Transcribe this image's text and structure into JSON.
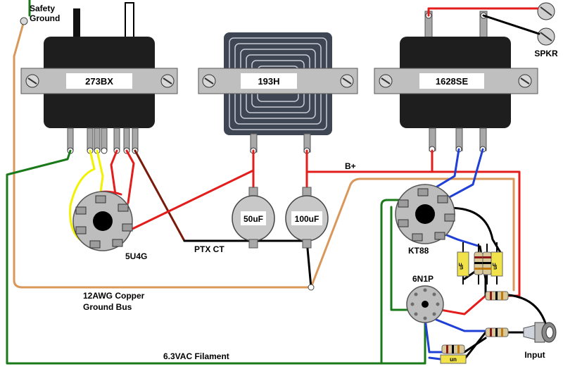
{
  "diagram": {
    "transformers": [
      {
        "id": "power",
        "label": "273BX"
      },
      {
        "id": "choke",
        "label": "193H"
      },
      {
        "id": "output",
        "label": "1628SE"
      }
    ],
    "capacitors": [
      {
        "id": "c1",
        "label": "50uF"
      },
      {
        "id": "c2",
        "label": "100uF"
      }
    ],
    "tubes": [
      {
        "id": "rectifier",
        "label": "5U4G"
      },
      {
        "id": "power_tube",
        "label": "KT88"
      },
      {
        "id": "driver",
        "label": "6N1P"
      }
    ],
    "labels": {
      "safety_ground": [
        "Safety",
        "Ground"
      ],
      "bplus": "B+",
      "ptx_ct": "PTX CT",
      "ground_bus": [
        "12AWG Copper",
        "Ground Bus"
      ],
      "filament": "6.3VAC Filament",
      "spkr": "SPKR",
      "input": "Input"
    },
    "small_caps": [
      {
        "id": "uf1",
        "label": "uF"
      },
      {
        "id": "uf2",
        "label": "uF"
      },
      {
        "id": "uf3",
        "label": "un"
      }
    ],
    "colors": {
      "red": "#e31c1c",
      "blue": "#1f3fd6",
      "green": "#1a7a1a",
      "yellow": "#f2f200",
      "orange": "#d9985a",
      "brown": "#7a1a0a",
      "black": "#000000"
    }
  }
}
